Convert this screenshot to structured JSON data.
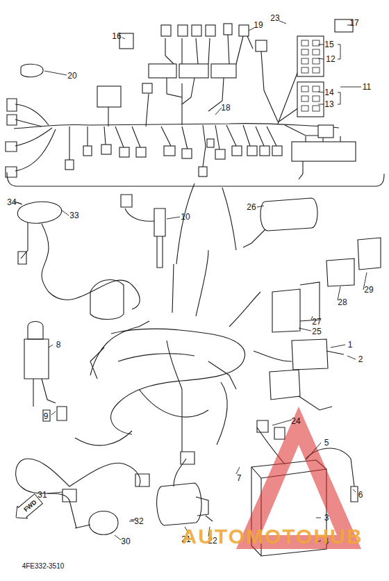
{
  "diagram": {
    "nodes": [
      {
        "text": [
          "FWD"
        ]
      }
    ],
    "edges": [],
    "labels": [
      "17",
      "23",
      "19",
      "16",
      "15",
      "12",
      "20",
      "11",
      "14",
      "13",
      "18",
      "34",
      "33",
      "10",
      "26",
      "29",
      "28",
      "27",
      "25",
      "1",
      "8",
      "2",
      "9",
      "24",
      "5",
      "7",
      "6",
      "31",
      "3",
      "32",
      "21",
      "22",
      "30",
      "4",
      "AUTOMOTOHUB",
      "4FE332-3510"
    ]
  }
}
